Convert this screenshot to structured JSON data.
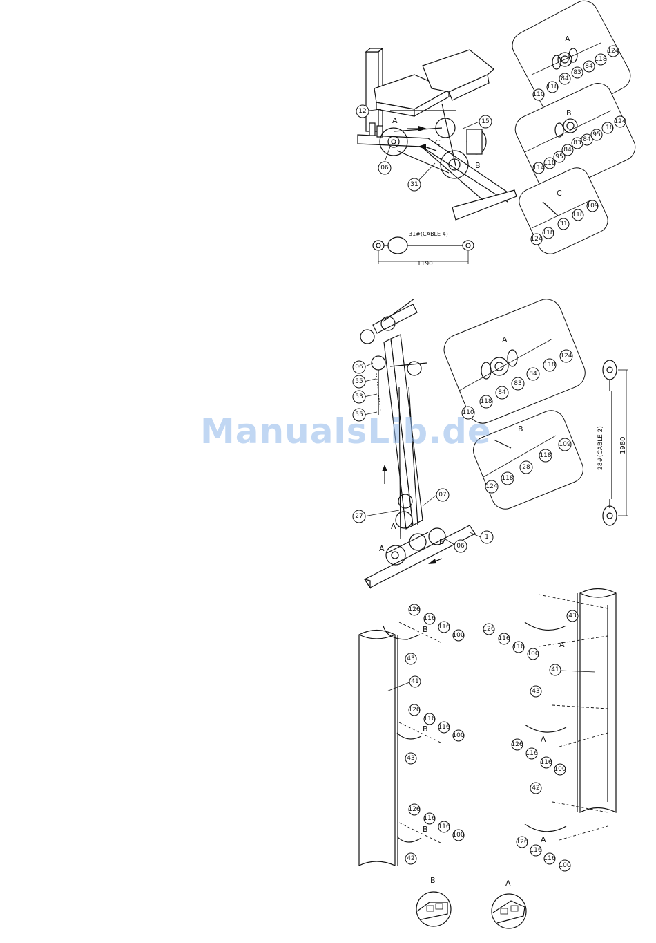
{
  "watermark": "ManualsLib.de",
  "section1": {
    "callouts": [
      "12",
      "15",
      "06",
      "31"
    ],
    "view_letters": [
      "A",
      "B",
      "C"
    ],
    "cable_label": "31#(CABLE 4)",
    "cable_dimension": "1190",
    "detail_A": {
      "letter": "A",
      "parts": [
        "110",
        "118",
        "84",
        "83",
        "84",
        "118",
        "124"
      ]
    },
    "detail_B": {
      "letter": "B",
      "parts": [
        "114",
        "118",
        "95",
        "84",
        "83",
        "84",
        "95",
        "118",
        "124"
      ]
    },
    "detail_C": {
      "letter": "C",
      "parts": [
        "124",
        "118",
        "31",
        "118",
        "109"
      ]
    }
  },
  "section2": {
    "callouts": [
      "06",
      "55",
      "53",
      "55",
      "27",
      "07",
      "1",
      "06"
    ],
    "view_letters": [
      "A",
      "A",
      "B"
    ],
    "detail_A": {
      "letter": "A",
      "parts": [
        "110",
        "118",
        "84",
        "83",
        "84",
        "118",
        "124"
      ]
    },
    "detail_B": {
      "letter": "B",
      "parts": [
        "124",
        "118",
        "28",
        "118",
        "109"
      ]
    },
    "cable_label": "28#(CABLE 2)",
    "cable_dimension": "1980"
  },
  "section3": {
    "left_callouts": [
      "126",
      "116",
      "116",
      "100",
      "43",
      "41",
      "126",
      "116",
      "116",
      "100",
      "43",
      "126",
      "116",
      "116",
      "100",
      "42"
    ],
    "right_callouts": [
      "126",
      "116",
      "116",
      "100",
      "43",
      "41",
      "43",
      "126",
      "116",
      "116",
      "100",
      "42",
      "126",
      "116",
      "116",
      "100"
    ],
    "letters": [
      "B",
      "B",
      "B",
      "A",
      "A",
      "A"
    ],
    "detail_B": {
      "letter": "B"
    },
    "detail_A": {
      "letter": "A"
    }
  }
}
